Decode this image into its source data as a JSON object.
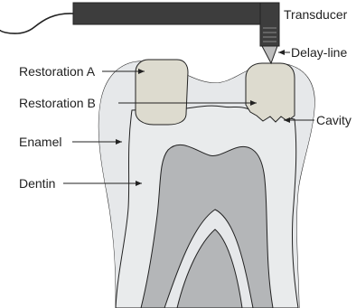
{
  "labels": {
    "transducer": "Transducer",
    "delay_line": "Delay-line",
    "restoration_a": "Restoration A",
    "restoration_b": "Restoration B",
    "cavity": "Cavity",
    "enamel": "Enamel",
    "dentin": "Dentin"
  },
  "colors": {
    "enamel": "#e6e8ea",
    "dentin": "#b4b6b8",
    "pulp": "#e6e8ea",
    "restoration": "#dddbcf",
    "transducer_body": "#3d3d3d",
    "outline": "#222222"
  }
}
